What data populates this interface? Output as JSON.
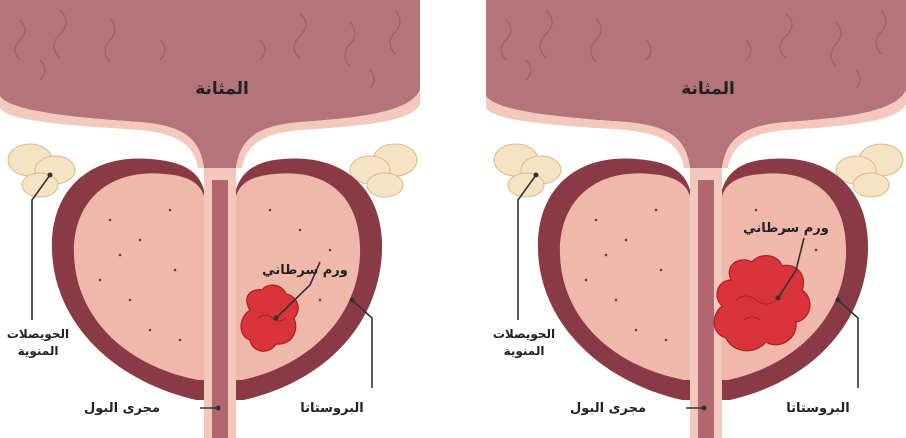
{
  "panels": [
    {
      "id": "early",
      "labels": {
        "bladder": "المثانة",
        "tumor": "ورم سرطاني",
        "seminal_vesicles_line1": "الحويصلات",
        "seminal_vesicles_line2": "المنوية",
        "urethra": "مجرى البول",
        "prostate": "البروستاتا"
      },
      "tumor_size": "small"
    },
    {
      "id": "advanced",
      "labels": {
        "bladder": "المثانة",
        "tumor": "ورم سرطاني",
        "seminal_vesicles_line1": "الحويصلات",
        "seminal_vesicles_line2": "المنوية",
        "urethra": "مجرى البول",
        "prostate": "البروستاتا"
      },
      "tumor_size": "large"
    }
  ],
  "colors": {
    "bladder": "#b5737a",
    "bladder_dark": "#9a5a62",
    "prostate_outer": "#8a3a45",
    "prostate_inner": "#e9a79c",
    "prostate_fill": "#f0b8ab",
    "urethra": "#b36570",
    "tumor": "#d9343a",
    "vesicle": "#f6e3c3"
  }
}
